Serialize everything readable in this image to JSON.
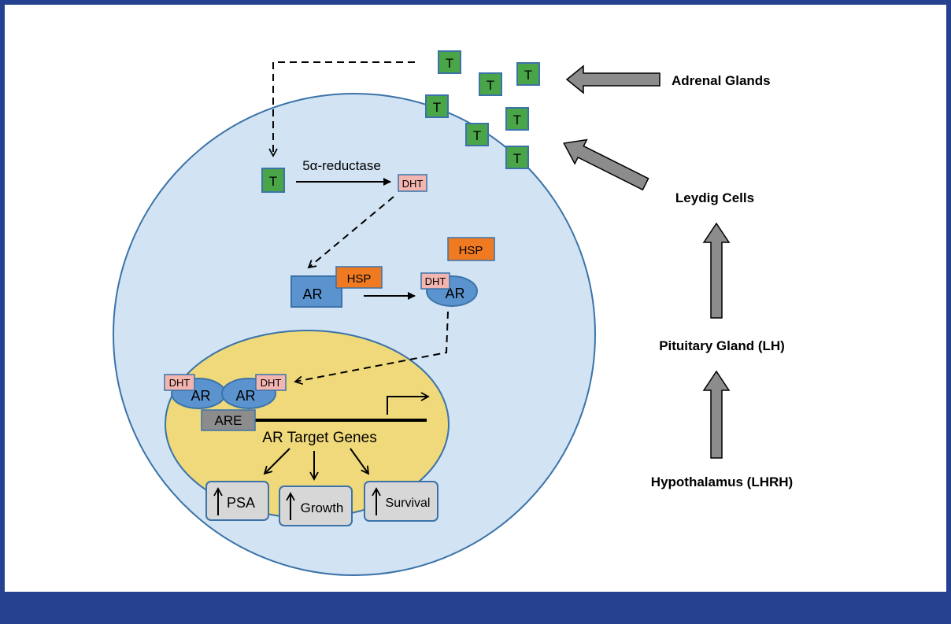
{
  "sources": {
    "adrenal": "Adrenal Glands",
    "leydig": "Leydig Cells",
    "pituitary": "Pituitary Gland (LH)",
    "hypothalamus": "Hypothalamus (LHRH)"
  },
  "testosterone_label": "T",
  "cell": {
    "enzyme_label": "5α-reductase",
    "dht_label": "DHT",
    "hsp_label": "HSP",
    "ar_label": "AR"
  },
  "nucleus": {
    "are_label": "ARE",
    "target_genes_label": "AR Target Genes",
    "outputs": [
      "PSA",
      "Growth",
      "Survival"
    ]
  },
  "colors": {
    "frame": "#254190",
    "cytoplasm": "#d2e3f3",
    "nucleus": "#f0d97a",
    "testosterone": "#4aa548",
    "dht": "#f3b5b0",
    "hsp": "#ef7a22",
    "receptor": "#5b93cf",
    "are": "#8c8c8c",
    "output_box": "#d7d7d7",
    "source_arrow": "#8c8c8c"
  }
}
